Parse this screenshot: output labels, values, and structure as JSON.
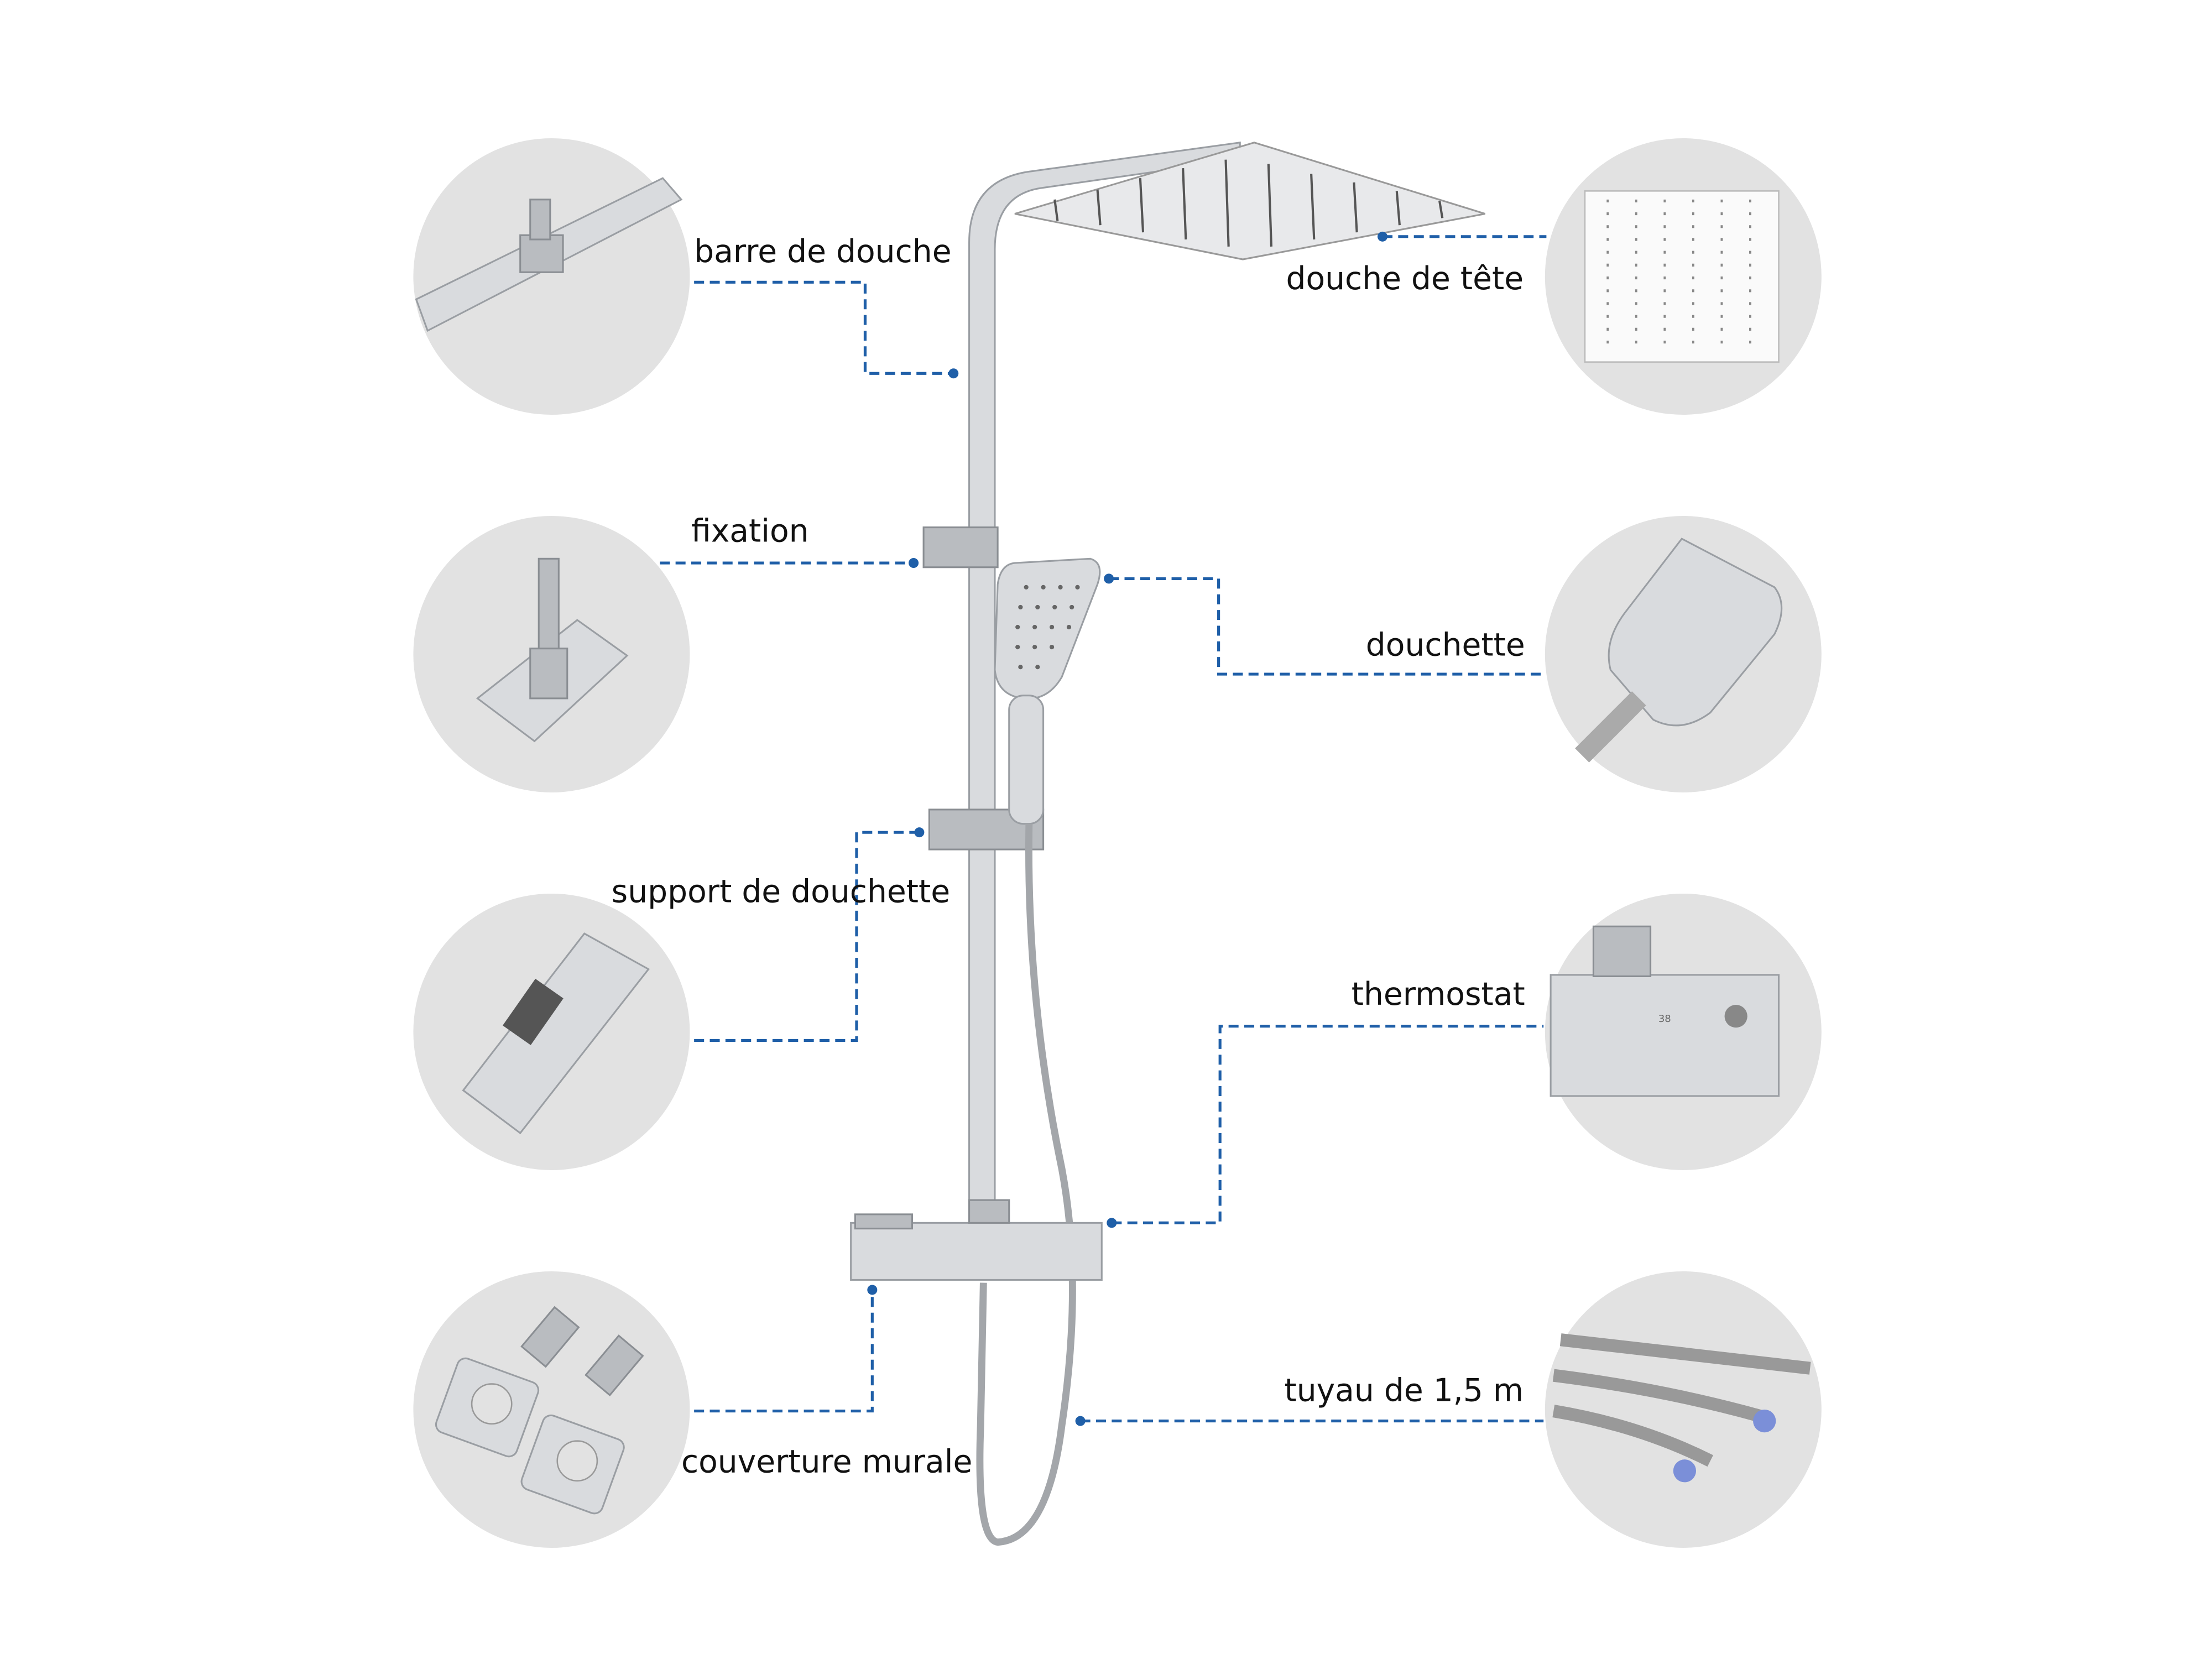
{
  "labels": {
    "shower_bar": "barre de douche",
    "head_shower": "douche de tête",
    "fixation": "fixation",
    "hand_shower": "douchette",
    "hand_holder": "support de douchette",
    "thermostat": "thermostat",
    "wall_cover": "couverture murale",
    "hose": "tuyau de 1,5 m"
  },
  "thermostat_scale": "38",
  "colors": {
    "leader": "#1f5fa8",
    "disc": "#e2e2e2"
  }
}
